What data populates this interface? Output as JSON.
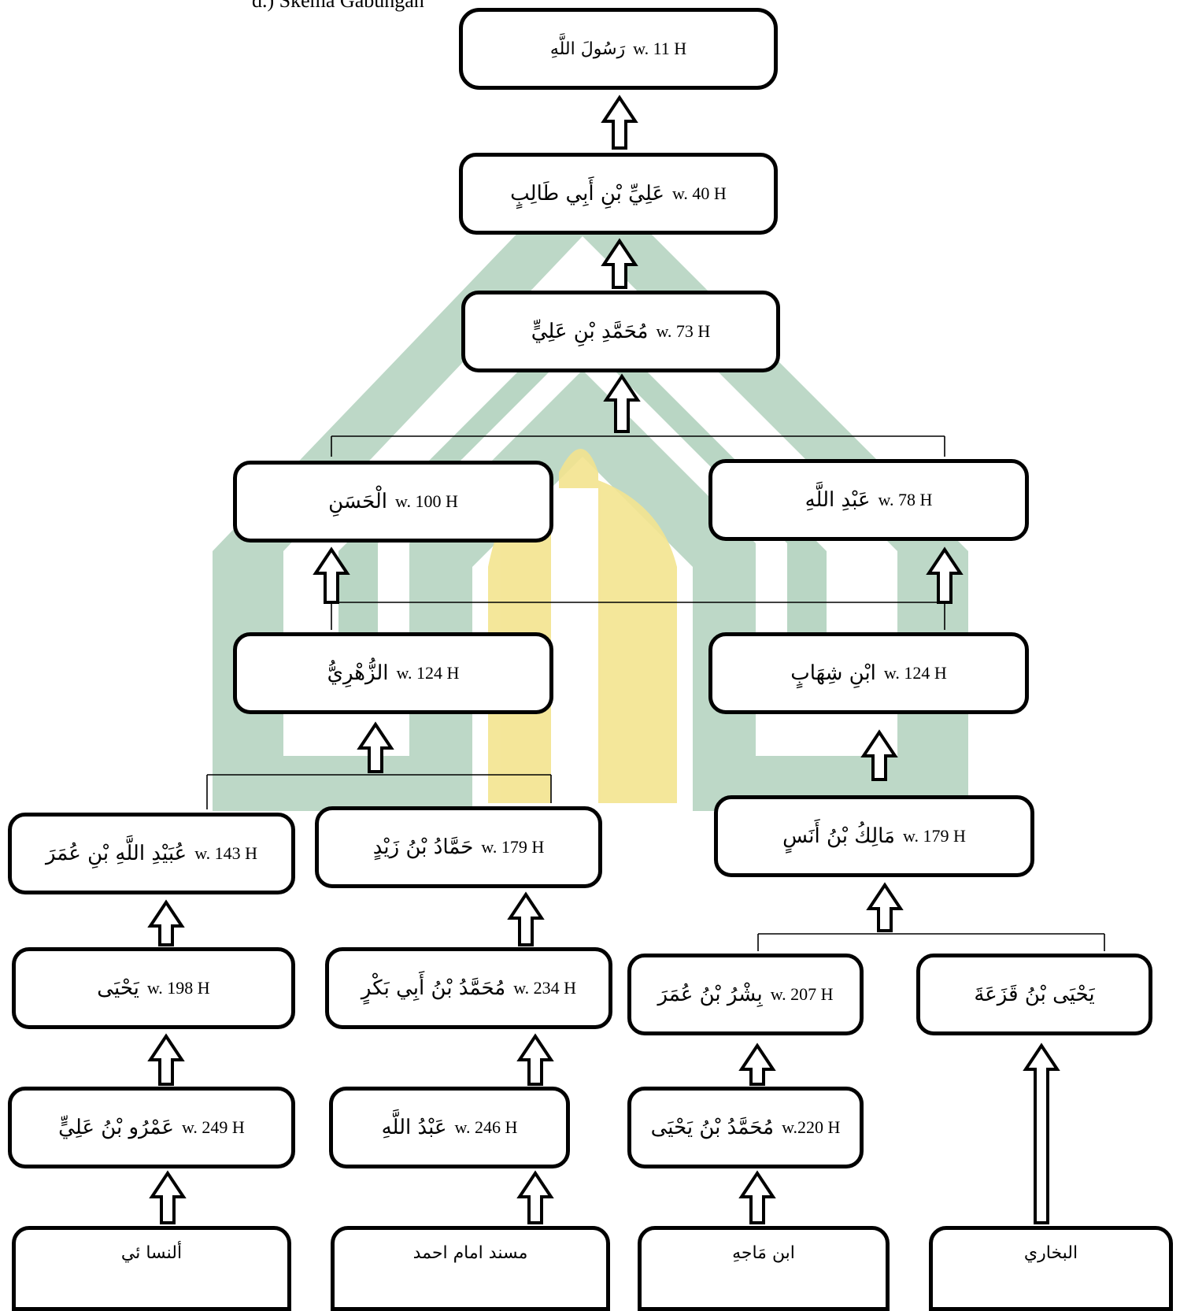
{
  "caption": "d.) Skema Gabungan",
  "colors": {
    "stroke": "#000000",
    "watermark_green": "#b9d6c4",
    "watermark_gold": "#f3e48f"
  },
  "nodes": {
    "rasul": {
      "name": "رَسُولَ اللَّهِ",
      "wafat": "w. 11 H"
    },
    "ali_abi_talib": {
      "name": "عَلِيِّ بْنِ أَبِي طَالِبٍ",
      "wafat": "w. 40 H"
    },
    "muhammad_ali": {
      "name": "مُحَمَّدِ بْنِ عَلِيٍّ",
      "wafat": "w. 73 H"
    },
    "hasan": {
      "name": "الْحَسَنِ",
      "wafat": "w. 100 H"
    },
    "abdullah_78": {
      "name": "عَبْدِ اللَّهِ",
      "wafat": "w. 78 H"
    },
    "zuhri": {
      "name": "الزُّهْرِيُّ",
      "wafat": "w. 124 H"
    },
    "ibn_syihab": {
      "name": "ابْنِ شِهَابٍ",
      "wafat": "w. 124 H"
    },
    "ubaidullah": {
      "name": "عُبَيْدِ اللَّهِ بْنِ عُمَرَ",
      "wafat": "w. 143 H"
    },
    "hammad": {
      "name": "حَمَّادُ بْنُ زَيْدٍ",
      "wafat": "w. 179 H"
    },
    "malik": {
      "name": "مَالِكُ بْنُ أَنَسٍ",
      "wafat": "w. 179 H"
    },
    "yahya_198": {
      "name": "يَحْيَى",
      "wafat": "w. 198 H"
    },
    "muhammad_abi_bakr": {
      "name": "مُحَمَّدُ بْنُ أَبِي بَكْرٍ",
      "wafat": "w. 234 H"
    },
    "bisyr": {
      "name": "بِشْرُ بْنُ عُمَرَ",
      "wafat": "w. 207 H"
    },
    "yahya_qazaah": {
      "name": "يَحْيَى بْنُ قَزَعَةَ",
      "wafat": ""
    },
    "amr": {
      "name": "عَمْرُو بْنُ عَلِيٍّ",
      "wafat": "w. 249 H"
    },
    "abdullah_246": {
      "name": "عَبْدُ اللَّهِ",
      "wafat": "w. 246 H"
    },
    "muhammad_yahya": {
      "name": "مُحَمَّدُ بْنُ يَحْيَى",
      "wafat": "w.220 H"
    },
    "nasai": {
      "name": "ألنسا ئي",
      "wafat": ""
    },
    "musnad_ahmad": {
      "name": "مسند امام احمد",
      "wafat": ""
    },
    "ibn_majah": {
      "name": "ابن مَاجهِ",
      "wafat": ""
    },
    "bukhari": {
      "name": "البخاري",
      "wafat": ""
    }
  }
}
